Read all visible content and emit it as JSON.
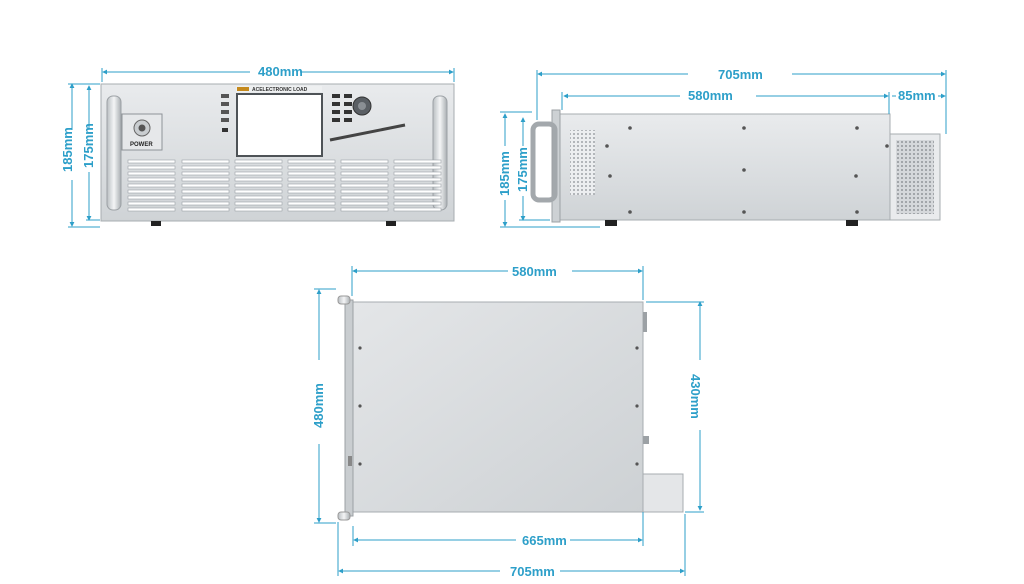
{
  "front_view": {
    "width": "480mm",
    "height_total": "185mm",
    "height_body": "175mm",
    "power_label": "POWER",
    "brand_label": "ACELECTRONIC LOAD"
  },
  "side_view": {
    "length_total": "705mm",
    "length_body": "580mm",
    "rear_extension": "85mm",
    "height_total": "185mm",
    "height_body": "175mm"
  },
  "top_view": {
    "body_length": "580mm",
    "width": "480mm",
    "depth": "430mm",
    "inner_length": "665mm",
    "total_length": "705mm"
  },
  "colors": {
    "dimension": "#2d9fc9",
    "panel": "#d9dcdf",
    "shadow": "#9aa0a6"
  }
}
